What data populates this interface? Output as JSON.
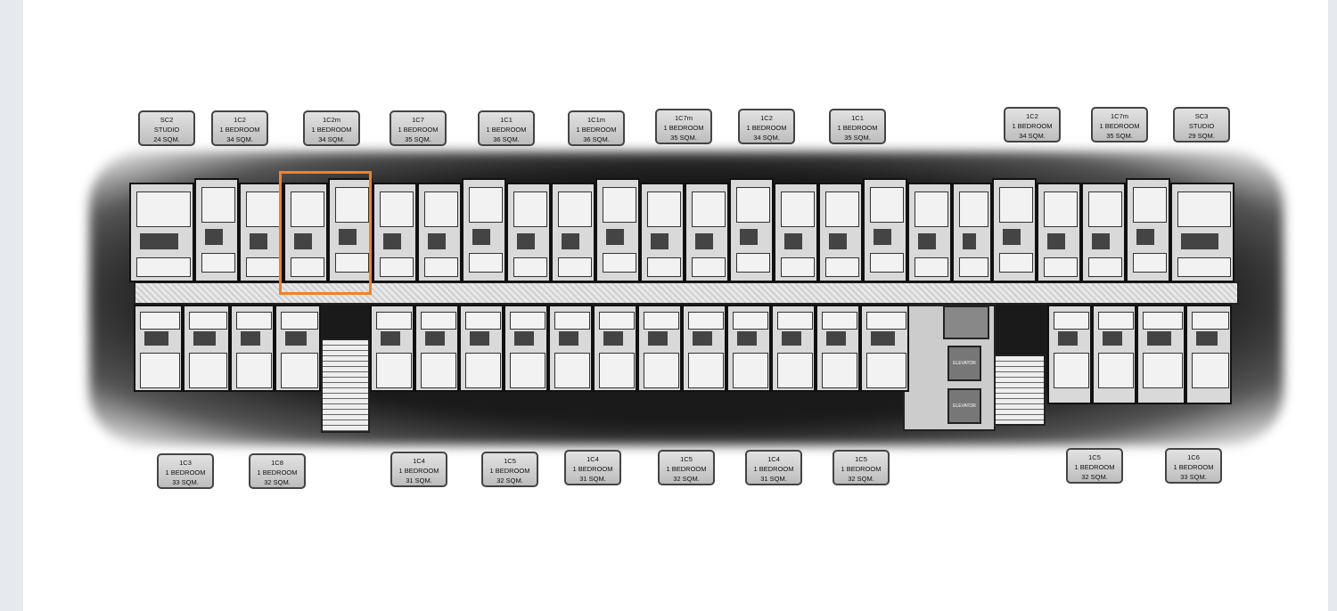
{
  "top_labels": [
    {
      "code": "SC2",
      "type": "STUDIO",
      "area": "24 SQM."
    },
    {
      "code": "1C2",
      "type": "1 BEDROOM",
      "area": "34 SQM."
    },
    {
      "code": "1C2m",
      "type": "1 BEDROOM",
      "area": "34 SQM."
    },
    {
      "code": "1C7",
      "type": "1 BEDROOM",
      "area": "35 SQM."
    },
    {
      "code": "1C1",
      "type": "1 BEDROOM",
      "area": "36 SQM."
    },
    {
      "code": "1C1m",
      "type": "1 BEDROOM",
      "area": "36 SQM."
    },
    {
      "code": "1C7m",
      "type": "1 BEDROOM",
      "area": "35 SQM."
    },
    {
      "code": "1C2",
      "type": "1 BEDROOM",
      "area": "34 SQM."
    },
    {
      "code": "1C1",
      "type": "1 BEDROOM",
      "area": "35 SQM."
    },
    {
      "code": "1C2",
      "type": "1 BEDROOM",
      "area": "34 SQM."
    },
    {
      "code": "1C7m",
      "type": "1 BEDROOM",
      "area": "35 SQM."
    },
    {
      "code": "SC3",
      "type": "STUDIO",
      "area": "29 SQM."
    }
  ],
  "bottom_labels": [
    {
      "code": "1C3",
      "type": "1 BEDROOM",
      "area": "33 SQM."
    },
    {
      "code": "1C8",
      "type": "1 BEDROOM",
      "area": "32 SQM."
    },
    {
      "code": "1C4",
      "type": "1 BEDROOM",
      "area": "31 SQM."
    },
    {
      "code": "1C5",
      "type": "1 BEDROOM",
      "area": "32 SQM."
    },
    {
      "code": "1C4",
      "type": "1 BEDROOM",
      "area": "31 SQM."
    },
    {
      "code": "1C5",
      "type": "1 BEDROOM",
      "area": "32 SQM."
    },
    {
      "code": "1C4",
      "type": "1 BEDROOM",
      "area": "31 SQM."
    },
    {
      "code": "1C5",
      "type": "1 BEDROOM",
      "area": "32 SQM."
    },
    {
      "code": "1C5",
      "type": "1 BEDROOM",
      "area": "32 SQM."
    },
    {
      "code": "1C6",
      "type": "1 BEDROOM",
      "area": "33 SQM."
    }
  ],
  "elevators": [
    "ELEVATOR",
    "ELEVATOR"
  ],
  "highlight_color": "#f0822a"
}
